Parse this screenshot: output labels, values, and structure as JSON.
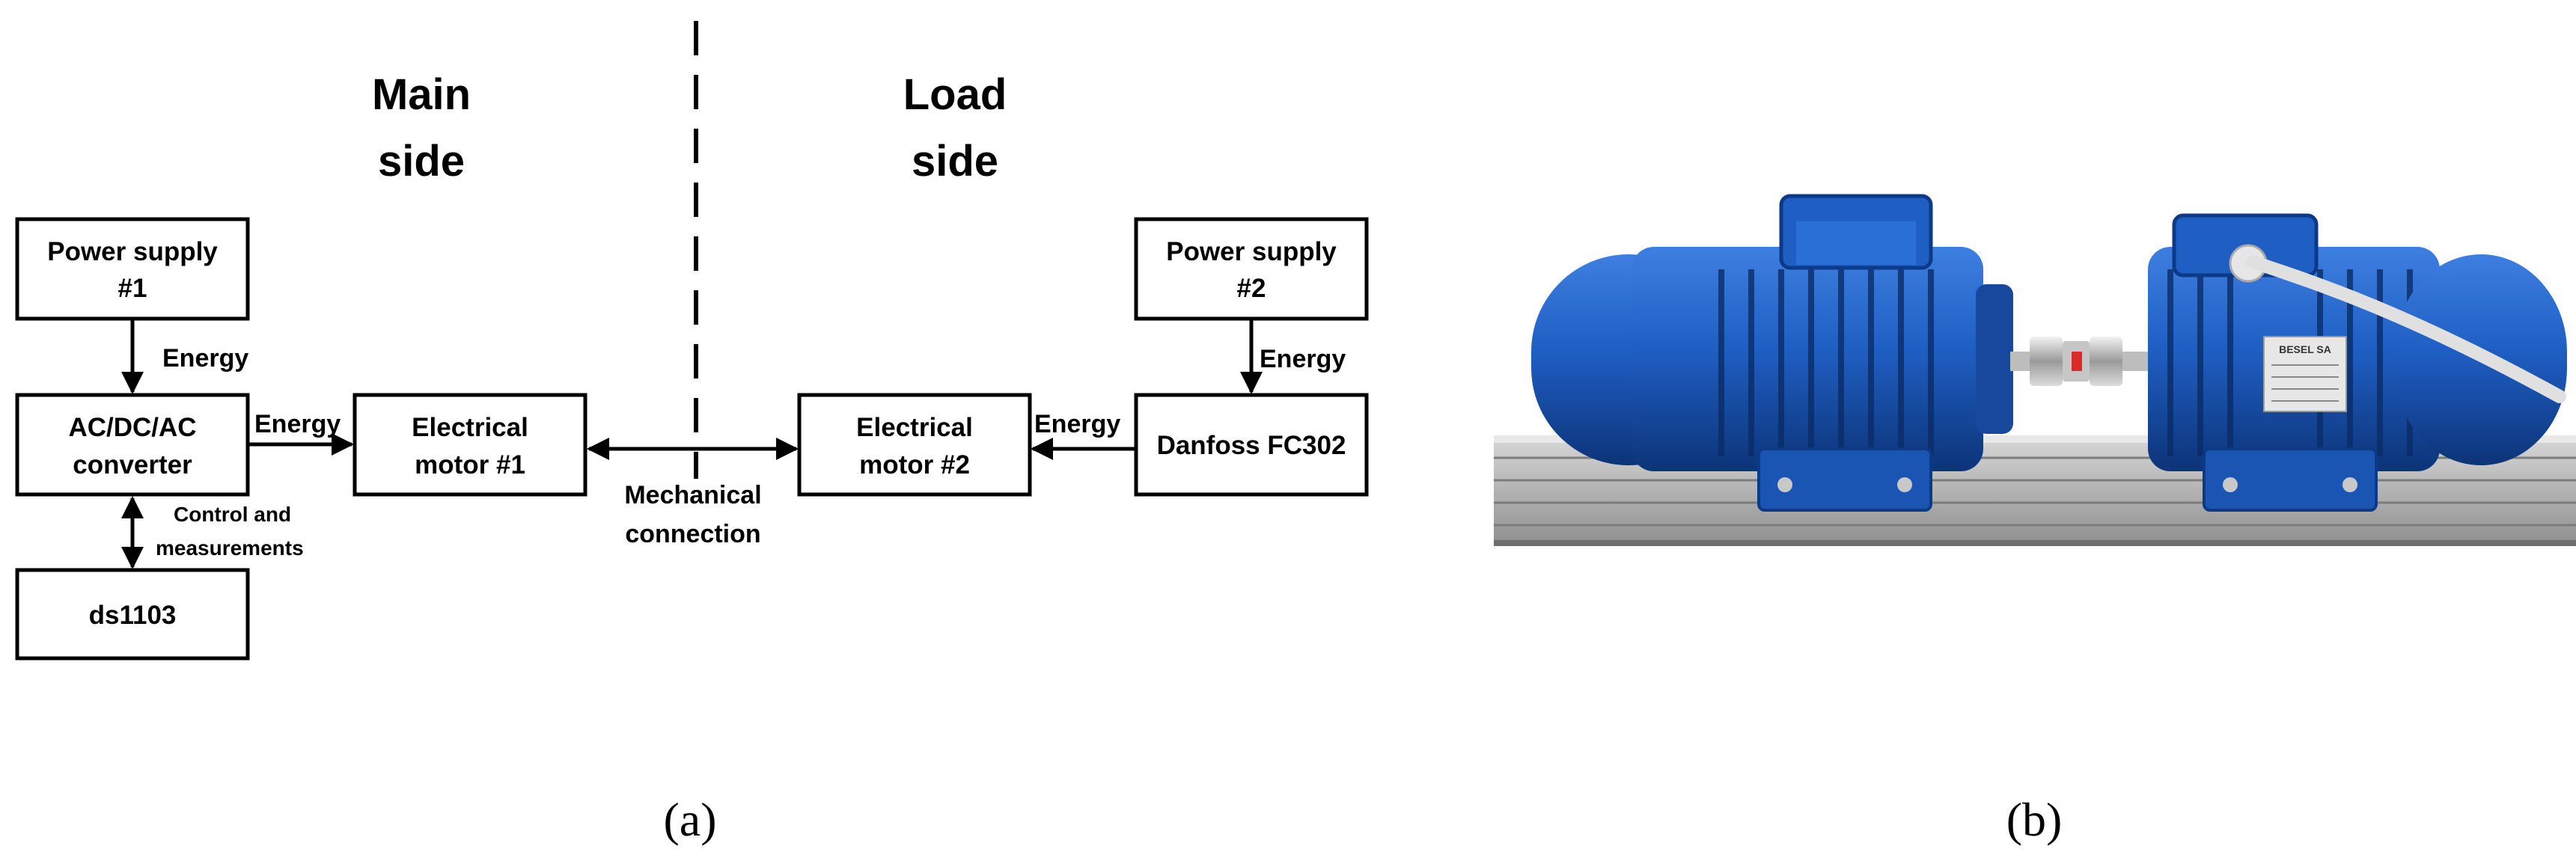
{
  "diagram": {
    "headings": {
      "main": [
        "Main",
        "side"
      ],
      "load": [
        "Load",
        "side"
      ]
    },
    "boxes": {
      "ps1": [
        "Power supply",
        "#1"
      ],
      "converter": [
        "AC/DC/AC",
        "converter"
      ],
      "ds1103": [
        "ds1103"
      ],
      "motor1": [
        "Electrical",
        "motor #1"
      ],
      "motor2": [
        "Electrical",
        "motor #2"
      ],
      "ps2": [
        "Power supply",
        "#2"
      ],
      "danfoss": [
        "Danfoss FC302"
      ]
    },
    "arrow_labels": {
      "energy_ps1": "Energy",
      "energy_conv": "Energy",
      "control": [
        "Control and",
        "measurements"
      ],
      "mechanical": [
        "Mechanical",
        "connection"
      ],
      "energy_danfoss": "Energy",
      "energy_ps2": "Energy"
    },
    "colors": {
      "line": "#000000",
      "background": "#ffffff"
    }
  },
  "photo": {
    "nameplate_text": "BESEL SA",
    "colors": {
      "motor_blue": "#1f5fc4",
      "motor_dark": "#0d3a86",
      "rail": "#b9b9b9"
    }
  },
  "captions": {
    "a": "(a)",
    "b": "(b)"
  }
}
